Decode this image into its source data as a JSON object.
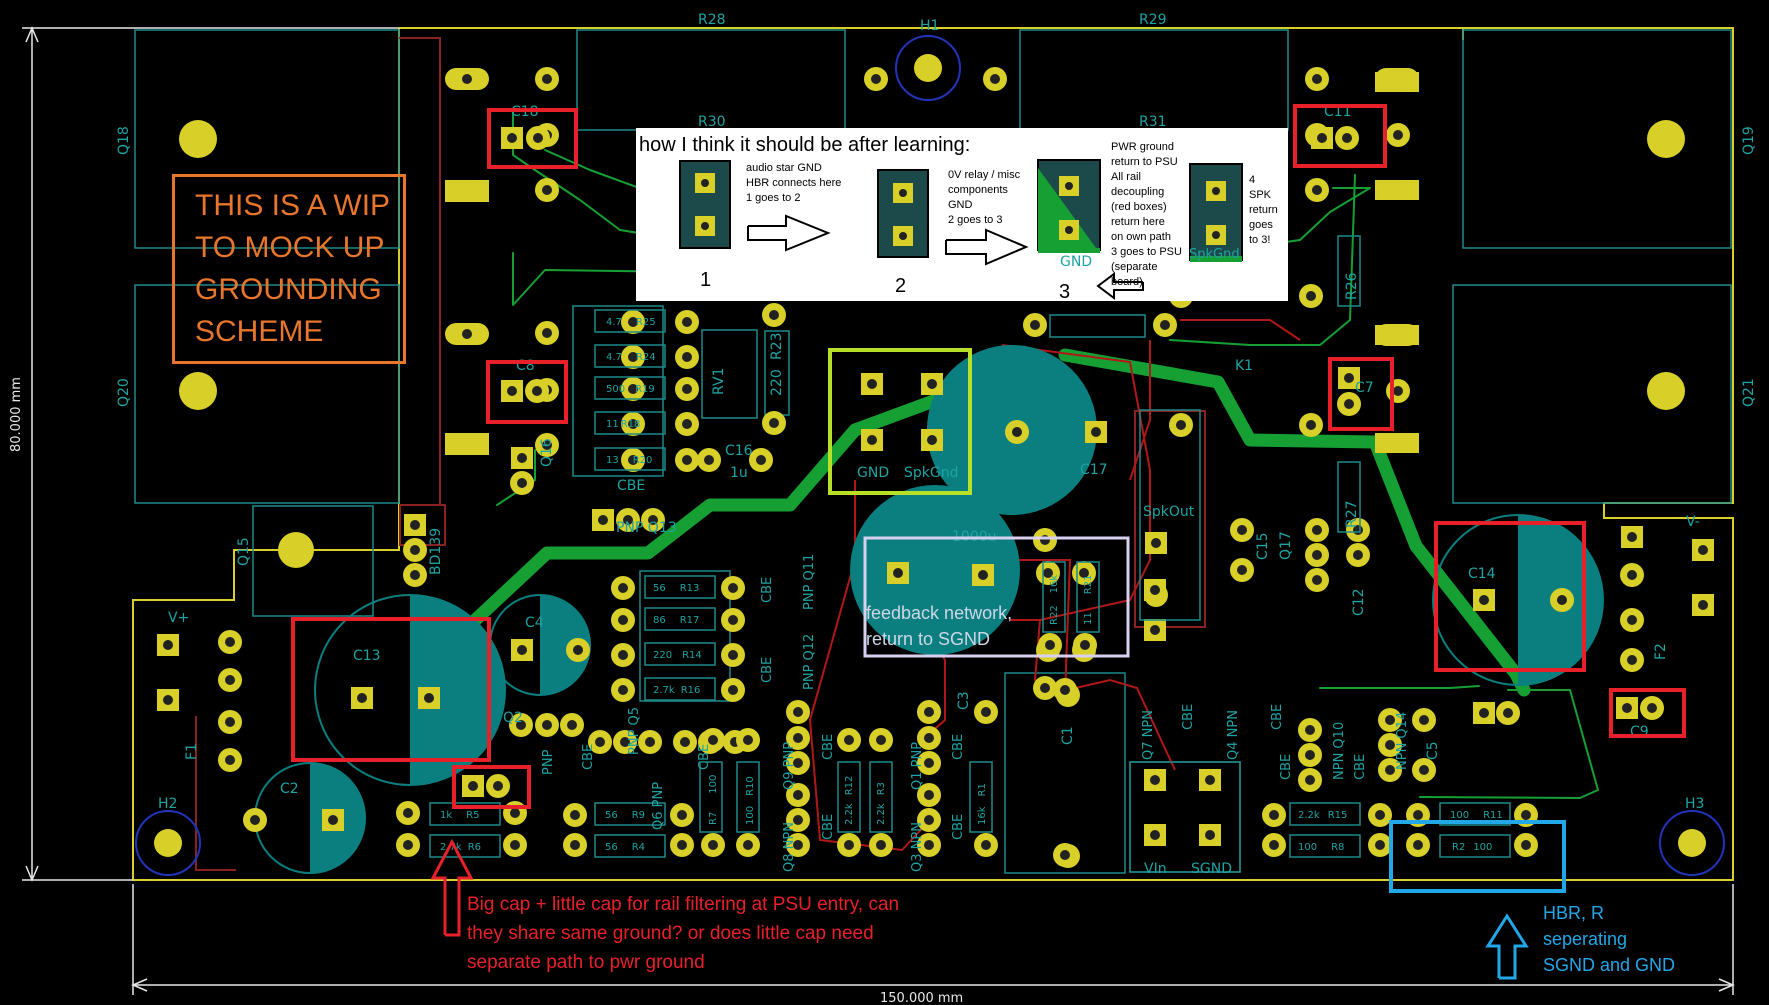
{
  "dimensions": {
    "height": "80.000 mm",
    "width": "150.000 mm"
  },
  "wip_box": {
    "line1": "THIS IS A WIP",
    "line2": "TO MOCK UP",
    "line3": "GROUNDING",
    "line4": "SCHEME"
  },
  "learning_note": {
    "header": "how I think it should be after learning:",
    "step1": {
      "num": "1",
      "l1": "audio star GND",
      "l2": "HBR connects here",
      "l3": "1 goes to 2"
    },
    "step2": {
      "num": "2",
      "l1": "0V relay / misc",
      "l2": "components",
      "l3": "GND",
      "l4": "2 goes to 3"
    },
    "step3": {
      "num": "3",
      "l1": "PWR ground",
      "l2": "return to PSU",
      "l3": "All rail",
      "l4": "decoupling",
      "l5": "(red boxes)",
      "l6": "return here",
      "l7": "on own path",
      "l8": "3 goes to PSU",
      "l9": "(separate",
      "l10": "board)",
      "pad": "GND"
    },
    "step4": {
      "l1": "4",
      "l2": "SPK",
      "l3": "return",
      "l4": "goes",
      "l5": "to 3!",
      "pad": "SpkGnd"
    }
  },
  "red_note": {
    "l1": "Big cap + little cap for rail filtering at PSU entry, can",
    "l2": "they share same ground? or does little cap need",
    "l3": "separate path to pwr ground"
  },
  "blue_note": {
    "l1": "HBR, R",
    "l2": "seperating",
    "l3": "SGND and GND"
  },
  "feedback_note": {
    "l1": "feedback network,",
    "l2": "return to SGND"
  },
  "labels": {
    "R28": "R28",
    "R29": "R29",
    "R30": "R30",
    "R31": "R31",
    "H1": "H1",
    "H2": "H2",
    "H3": "H3",
    "Q18": "Q18",
    "Q19": "Q19",
    "Q20": "Q20",
    "Q21": "Q21",
    "Q15": "Q15",
    "Q16": "Q16",
    "C18": "C18",
    "C11": "C11",
    "C8": "C8",
    "C7": "C7",
    "C13": "C13",
    "C14": "C14",
    "C4": "C4",
    "C2": "C2",
    "C9": "C9",
    "C16": "C16",
    "C16v": "1u",
    "C17": "C17",
    "C1": "C1",
    "C3": "C3",
    "C5": "C5",
    "C15": "C15",
    "C12": "C12",
    "K1": "K1",
    "F1": "F1",
    "F2": "F2",
    "Vplus": "V+",
    "Vminus": "V-",
    "GND": "GND",
    "SpkGnd": "SpkGnd",
    "SpkOut": "SpkOut",
    "VIn": "VIn",
    "SGND": "SGND",
    "RV1": "RV1",
    "BD139": "BD139",
    "PNPQ13": "PNP Q13",
    "CBE": "CBE",
    "uF1000": "1000u",
    "R25": "R25",
    "R24": "R24",
    "R19": "R19",
    "R18": "R18",
    "R20": "R20",
    "R23": "R23",
    "R13": "R13",
    "R17": "R17",
    "R14": "R14",
    "R16": "R16",
    "R5": "R5",
    "R9": "R9",
    "R4": "R4",
    "R7": "R7",
    "R10": "R10",
    "R12": "R12",
    "R3": "R3",
    "R1": "R1",
    "R22": "R22",
    "R21": "R21",
    "R26": "R26",
    "R27": "R27",
    "R15": "R15",
    "R8": "R8",
    "R11": "R11",
    "R2": "R2",
    "R6": "R6",
    "v47": "4.7",
    "v500": "500",
    "v11": "11",
    "v13": "13",
    "v220": "220",
    "v56": "56",
    "v86": "86",
    "v2_7k": "2.7k",
    "v100": "100",
    "v2_2k": "2.2k",
    "v16k": "16k",
    "v1k": "1k",
    "v27k": "2.7k",
    "Q2": "Q2",
    "Q5": "Q5",
    "Q6": "Q6",
    "Q8": "Q8",
    "Q9": "Q9",
    "Q3": "Q3",
    "Q1": "Q1",
    "Q7": "Q7",
    "Q4": "Q4",
    "Q10": "Q10",
    "Q14": "Q14",
    "Q11": "Q11",
    "Q12": "Q12",
    "Q17": "Q17",
    "PNP": "PNP",
    "NPN": "NPN"
  }
}
